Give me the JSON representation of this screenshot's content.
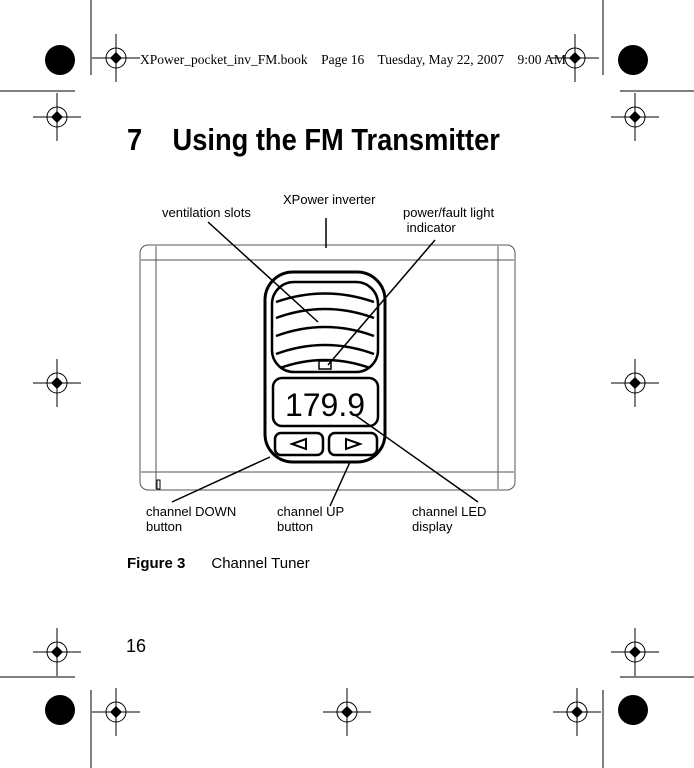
{
  "header": {
    "text": "XPower_pocket_inv_FM.book    Page 16    Tuesday, May 22, 2007    9:00 AM"
  },
  "chapter": {
    "title": "7    Using the FM Transmitter"
  },
  "figure": {
    "display_value": "179.9",
    "labels": {
      "ventilation": "ventilation slots",
      "inverter": "XPower inverter",
      "light": "power/fault light\n indicator",
      "down": "channel DOWN\nbutton",
      "up": "channel UP\nbutton",
      "led": "channel LED\ndisplay"
    },
    "caption_number": "Figure 3",
    "caption_text": "Channel Tuner"
  },
  "page_number": "16"
}
